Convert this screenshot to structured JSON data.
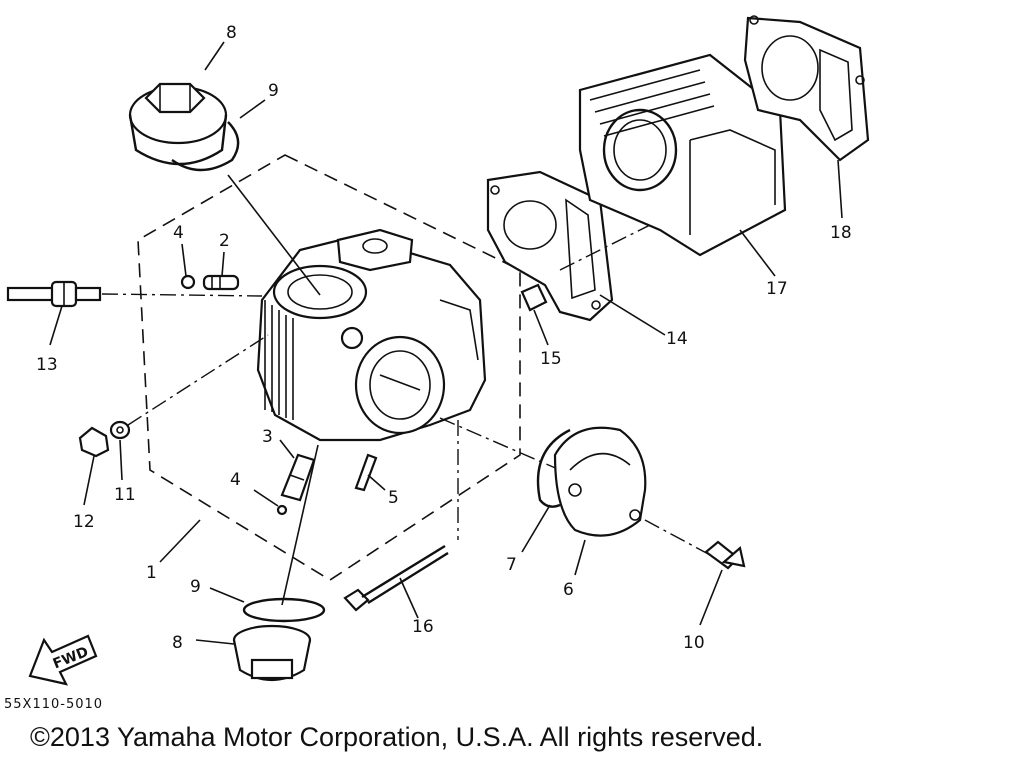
{
  "diagram": {
    "part_labels": [
      "1",
      "2",
      "3",
      "4",
      "4",
      "5",
      "6",
      "7",
      "8",
      "8",
      "9",
      "9",
      "10",
      "11",
      "12",
      "13",
      "14",
      "15",
      "16",
      "17",
      "18"
    ],
    "part_code": "55X110-5010",
    "fwd_label": "FWD"
  },
  "footer": {
    "copyright": "©2013 Yamaha Motor Corporation, U.S.A. All rights reserved."
  }
}
